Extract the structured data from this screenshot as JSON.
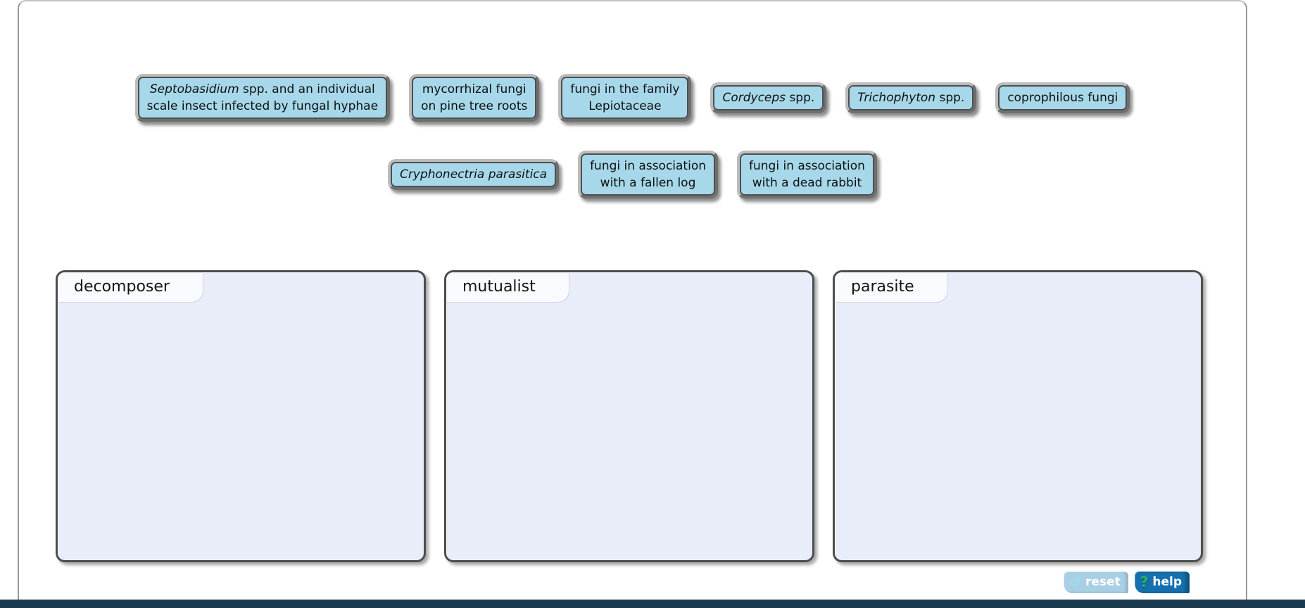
{
  "tokens": {
    "row1": [
      {
        "name": "septobasidium-scale-insect",
        "lines": [
          [
            {
              "t": "Septobasidium",
              "i": true
            },
            {
              "t": " spp. and an individual"
            }
          ],
          [
            {
              "t": "scale insect infected by fungal hyphae"
            }
          ]
        ]
      },
      {
        "name": "mycorrhizal-pine-roots",
        "lines": [
          [
            {
              "t": "mycorrhizal fungi"
            }
          ],
          [
            {
              "t": "on pine tree roots"
            }
          ]
        ]
      },
      {
        "name": "family-lepiotaceae",
        "lines": [
          [
            {
              "t": "fungi in the family"
            }
          ],
          [
            {
              "t": "Lepiotaceae"
            }
          ]
        ]
      },
      {
        "name": "cordyceps",
        "lines": [
          [
            {
              "t": "Cordyceps",
              "i": true
            },
            {
              "t": " spp."
            }
          ]
        ]
      },
      {
        "name": "trichophyton",
        "lines": [
          [
            {
              "t": "Trichophyton",
              "i": true
            },
            {
              "t": " spp."
            }
          ]
        ]
      },
      {
        "name": "coprophilous-fungi",
        "lines": [
          [
            {
              "t": "coprophilous fungi"
            }
          ]
        ]
      }
    ],
    "row2": [
      {
        "name": "cryphonectria-parasitica",
        "lines": [
          [
            {
              "t": "Cryphonectria parasitica",
              "i": true
            }
          ]
        ]
      },
      {
        "name": "fallen-log",
        "lines": [
          [
            {
              "t": "fungi in association"
            }
          ],
          [
            {
              "t": "with a fallen log"
            }
          ]
        ]
      },
      {
        "name": "dead-rabbit",
        "lines": [
          [
            {
              "t": "fungi in association"
            }
          ],
          [
            {
              "t": "with a dead rabbit"
            }
          ]
        ]
      }
    ]
  },
  "categories": [
    {
      "name": "decomposer",
      "label": "decomposer"
    },
    {
      "name": "mutualist",
      "label": "mutualist"
    },
    {
      "name": "parasite",
      "label": "parasite"
    }
  ],
  "toolbar": {
    "reset": {
      "label": "reset",
      "icon": "↺"
    },
    "help": {
      "label": "help",
      "icon": "?"
    }
  },
  "colors": {
    "token_fill": "#a6d8ea",
    "bin_fill": "#e9edfa",
    "reset_bg": "#a9cfe4",
    "help_bg": "#1470ae",
    "help_question": "#2fb45b",
    "bottom_bar": "#1c3a4d"
  }
}
